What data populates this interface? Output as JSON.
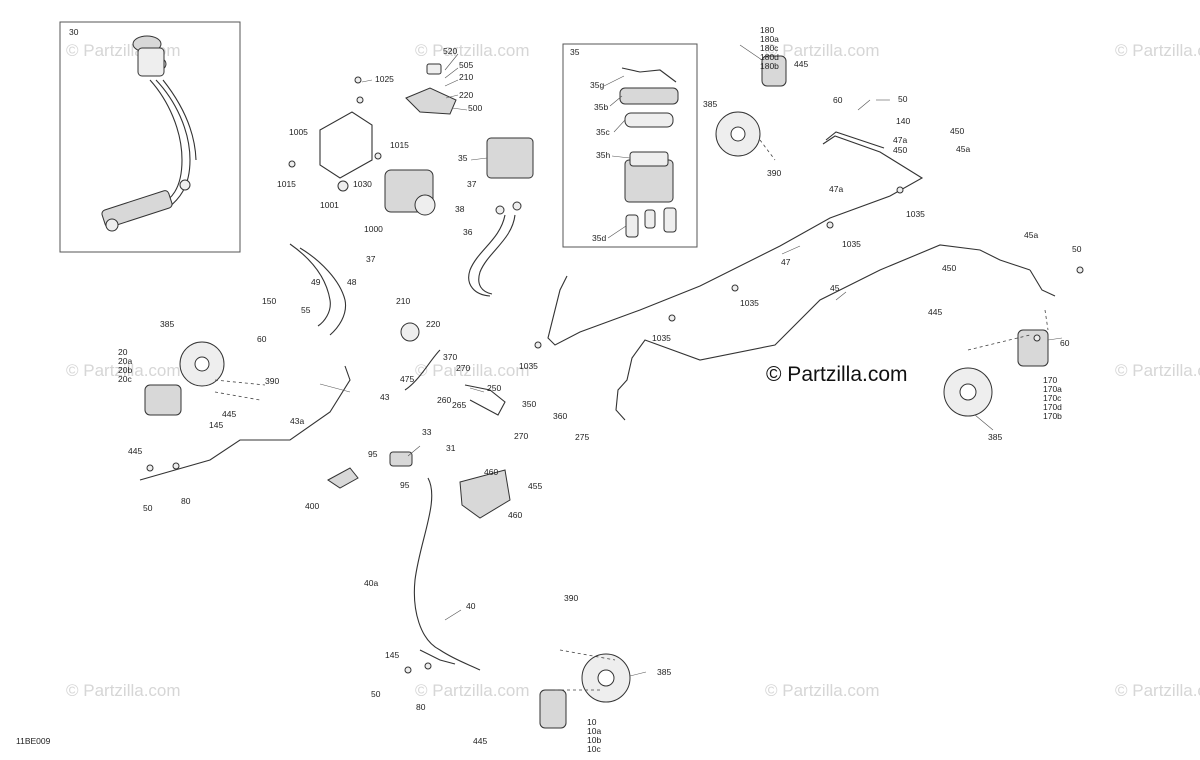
{
  "watermark": {
    "text": "© Partzilla.com",
    "main_text": "© Partzilla.com"
  },
  "diagram_code": "11BE009",
  "callouts": {
    "c30": "30",
    "c35box": "35",
    "c35g": "35g",
    "c35b": "35b",
    "c35c": "35c",
    "c35h": "35h",
    "c35d": "35d",
    "c520": "520",
    "c505": "505",
    "c210a": "210",
    "c220a": "220",
    "c500": "500",
    "c1025": "1025",
    "c1005": "1005",
    "c1015a": "1015",
    "c1015b": "1015",
    "c1030": "1030",
    "c1001": "1001",
    "c1000": "1000",
    "c35": "35",
    "c37a": "37",
    "c38": "38",
    "c36": "36",
    "c37b": "37",
    "c180": "180",
    "c180a": "180a",
    "c180c": "180c",
    "c180d": "180d",
    "c180b": "180b",
    "c445a": "445",
    "c385a": "385",
    "c390a": "390",
    "c60a": "60",
    "c50a": "50",
    "c140": "140",
    "c47a1": "47a",
    "c450a": "450",
    "c450b": "450",
    "c45a1": "45a",
    "c47a2": "47a",
    "c1035a": "1035",
    "c1035b": "1035",
    "c47": "47",
    "c1035c": "1035",
    "c1035d": "1035",
    "c1035e": "1035",
    "c45a2": "45a",
    "c50b": "50",
    "c450c": "450",
    "c45": "45",
    "c445b": "445",
    "c60b": "60",
    "c170": "170",
    "c170a": "170a",
    "c170c": "170c",
    "c170d": "170d",
    "c170b": "170b",
    "c385b": "385",
    "c150": "150",
    "c49": "49",
    "c48": "48",
    "c55": "55",
    "c60c": "60",
    "c385c": "385",
    "c20": "20",
    "c20a": "20a",
    "c20b": "20b",
    "c20c": "20c",
    "c390b": "390",
    "c445c": "445",
    "c145a": "145",
    "c43a": "43a",
    "c43": "43",
    "c445d": "445",
    "c50c": "50",
    "c80a": "80",
    "c210b": "210",
    "c220b": "220",
    "c370": "370",
    "c270a": "270",
    "c475": "475",
    "c260": "260",
    "c265": "265",
    "c250": "250",
    "c350": "350",
    "c360": "360",
    "c270b": "270",
    "c275": "275",
    "c33": "33",
    "c31": "31",
    "c95a": "95",
    "c95b": "95",
    "c400": "400",
    "c460a": "460",
    "c455": "455",
    "c460b": "460",
    "c40a": "40a",
    "c40": "40",
    "c145b": "145",
    "c50d": "50",
    "c80b": "80",
    "c445e": "445",
    "c390c": "390",
    "c385d": "385",
    "c10": "10",
    "c10a": "10a",
    "c10b": "10b",
    "c10c": "10c"
  }
}
